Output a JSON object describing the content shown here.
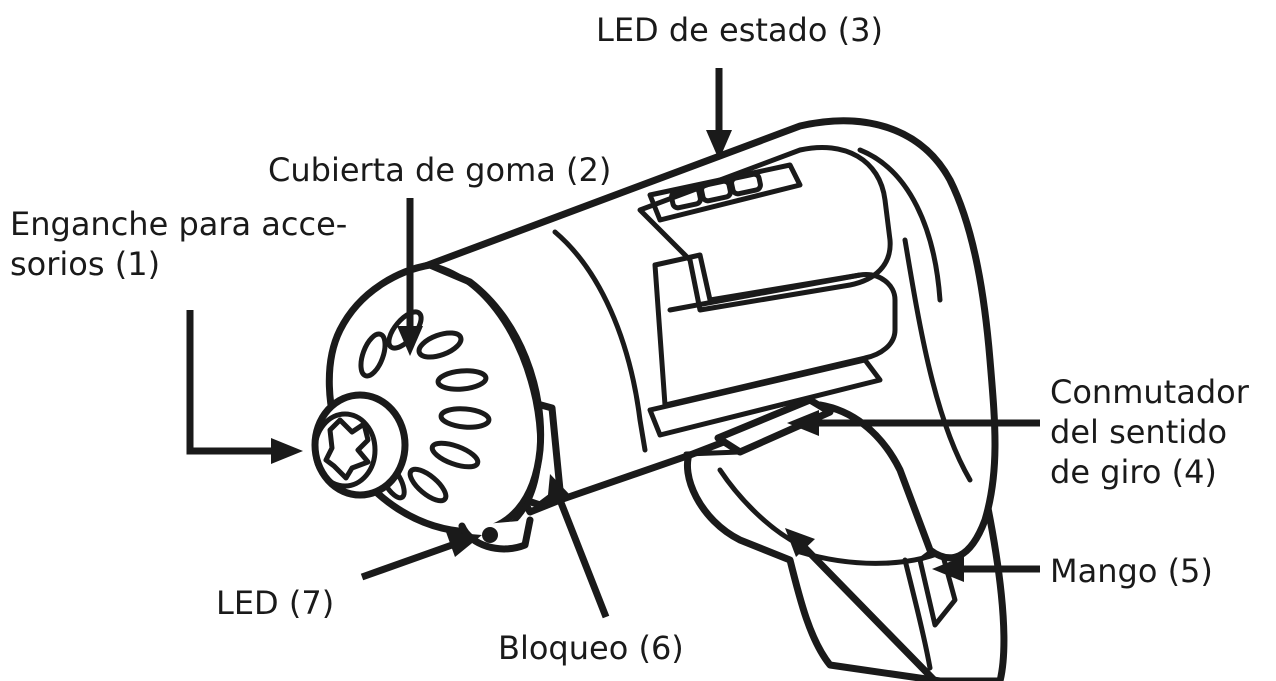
{
  "labels": {
    "led_estado": "LED de estado (3)",
    "cubierta": "Cubierta de goma (2)",
    "enganche_line1": "Enganche para acce-",
    "enganche_line2": "sorios (1)",
    "conmutador_line1": "Conmutador",
    "conmutador_line2": "del sentido",
    "conmutador_line3": "de giro (4)",
    "mango": "Mango (5)",
    "led": "LED (7)",
    "bloqueo": "Bloqueo (6)"
  },
  "colors": {
    "ink": "#1a1a1a",
    "background": "#ffffff"
  }
}
